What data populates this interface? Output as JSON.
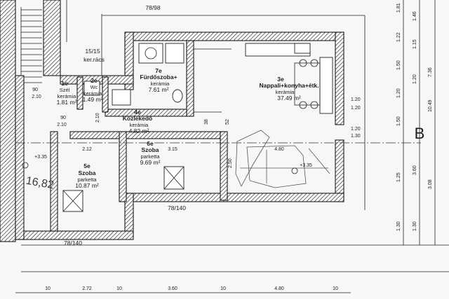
{
  "rooms": [
    {
      "id": "1e",
      "name": "Szél",
      "material": "kerámia",
      "area": "1.81 m²"
    },
    {
      "id": "2e",
      "name": "Wc",
      "material": "kerámia",
      "area": "1.49 m²"
    },
    {
      "id": "7e",
      "name": "Fürdőszoba+",
      "material": "kerámia",
      "area": "7.61 m²"
    },
    {
      "id": "3e",
      "name": "Nappali+konyha+étk.",
      "material": "kerámia",
      "area": "37.49 m²"
    },
    {
      "id": "4e",
      "name": "Közlekedő",
      "material": "kerámia",
      "area": "4.82 m²"
    },
    {
      "id": "5e",
      "name": "Szoba",
      "material": "parketta",
      "area": "10.87 m²"
    },
    {
      "id": "6e",
      "name": "Szoba",
      "material": "parketta",
      "area": "9.69 m²"
    }
  ],
  "labels": {
    "corridor_top": "78/98",
    "window_label": "15/15",
    "window_label2": "ker.rács",
    "bottom_left": "78/140",
    "bottom_mid": "78/140",
    "axis_marker": "B",
    "level_1": "+3.35",
    "level_2": "+3.35",
    "handwritten": "16,82"
  },
  "dimensions": {
    "bottom": [
      "10",
      "2.72",
      "10",
      "3.60",
      "10",
      "4.80",
      "10"
    ],
    "right_a": [
      "1.81",
      "1.22",
      "1.50",
      "1.20",
      "1.50",
      "1.25",
      "1.30"
    ],
    "right_b": [
      "1.46",
      "1.15",
      "1.20",
      "3.60",
      "1.30"
    ],
    "right_c": [
      "10.49",
      "7.36",
      "3.08"
    ],
    "inner_h": [
      "90",
      "2.10",
      "90",
      "2.10"
    ],
    "inner_v": [
      "2.10",
      "2.12",
      "3.15",
      "4.80",
      "2.50",
      "1.20",
      "1.20",
      "1.20",
      "1.30",
      "38",
      "52"
    ]
  }
}
